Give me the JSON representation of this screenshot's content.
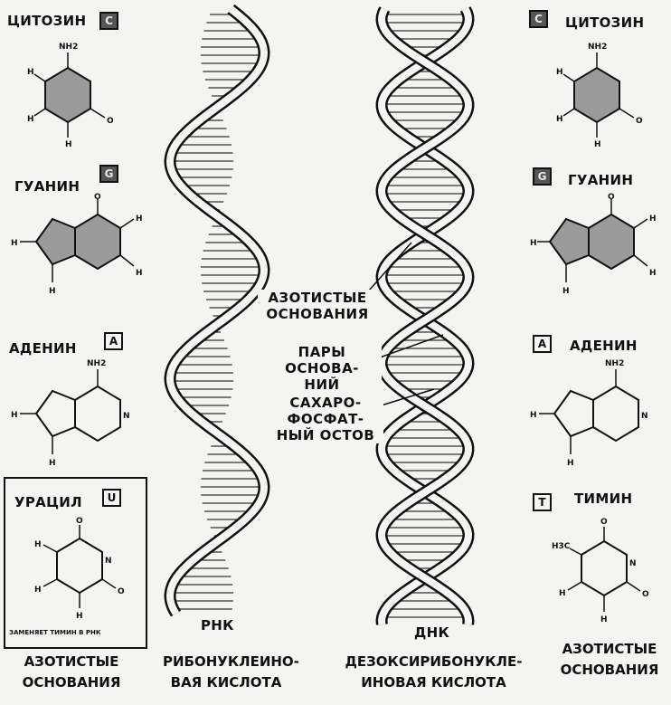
{
  "left_bases": {
    "cytosine": {
      "name": "ЦИТОЗИН",
      "code": "C"
    },
    "guanine": {
      "name": "ГУАНИН",
      "code": "G"
    },
    "adenine": {
      "name": "АДЕНИН",
      "code": "A"
    },
    "uracil": {
      "name": "УРАЦИЛ",
      "code": "U",
      "note": "ЗАМЕНЯЕТ ТИМИН В РНК"
    },
    "caption_1": "АЗОТИСТЫЕ",
    "caption_2": "ОСНОВАНИЯ"
  },
  "right_bases": {
    "cytosine": {
      "name": "ЦИТОЗИН",
      "code": "C"
    },
    "guanine": {
      "name": "ГУАНИН",
      "code": "G"
    },
    "adenine": {
      "name": "АДЕНИН",
      "code": "A"
    },
    "thymine": {
      "name": "ТИМИН",
      "code": "T"
    },
    "caption_1": "АЗОТИСТЫЕ",
    "caption_2": "ОСНОВАНИЯ"
  },
  "center_labels": {
    "bases_1": "АЗОТИСТЫЕ",
    "bases_2": "ОСНОВАНИЯ",
    "pairs_1": "ПАРЫ ОСНОВА-",
    "pairs_2": "НИЙ",
    "backbone_1": "САХАРО-",
    "backbone_2": "ФОСФАТ-",
    "backbone_3": "НЫЙ ОСТОВ"
  },
  "rna": {
    "short": "РНК",
    "full_1": "РИБОНУКЛЕИНО-",
    "full_2": "ВАЯ КИСЛОТА"
  },
  "dna": {
    "short": "ДНК",
    "full_1": "ДЕЗОКСИРИБОНУКЛЕ-",
    "full_2": "ИНОВАЯ КИСЛОТА"
  },
  "atoms": {
    "h": "H",
    "n": "N",
    "o": "O",
    "nh2": "NH2",
    "ch3": "H3C"
  }
}
